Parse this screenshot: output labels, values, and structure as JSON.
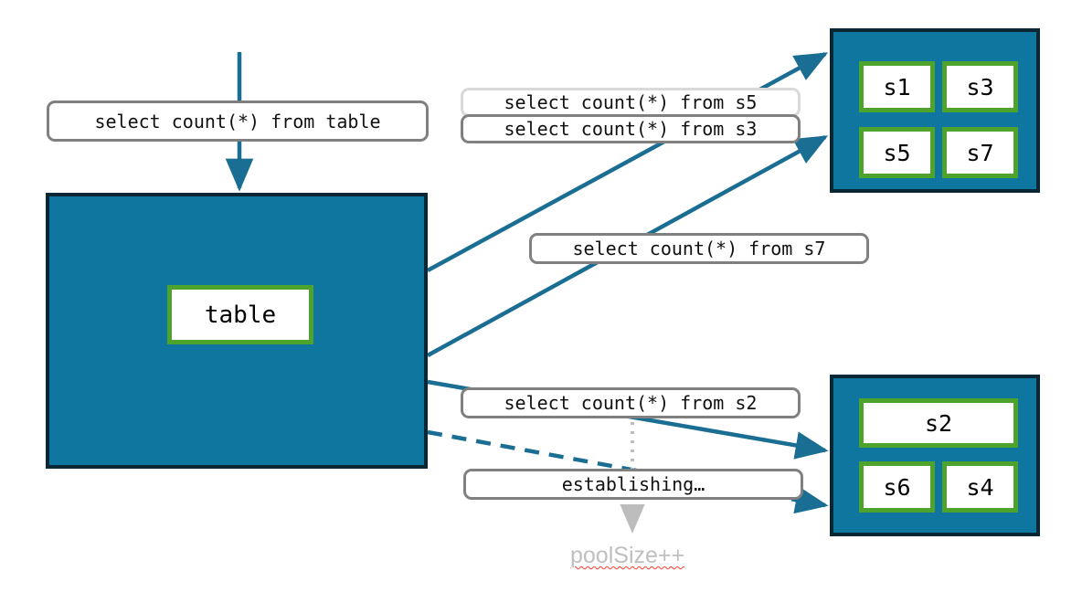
{
  "diagram": {
    "title": "connection pool diagram",
    "colors": {
      "pool_fill": "#0f76a0",
      "pool_border": "#0b2735",
      "slot_border": "#4da32c",
      "arrow": "#1b6e93",
      "label_border": "#808080",
      "label_border_faded": "#d9d9d9",
      "note_text": "#bfbfbf",
      "spellcheck_underline": "#ff3b30",
      "dotted_guide": "#bdbdbd"
    },
    "source": {
      "label": "select count(*) from table",
      "box_label": "table"
    },
    "labels": [
      {
        "id": "q-s5",
        "text": "select count(*) from s5",
        "state": "faded"
      },
      {
        "id": "q-s3",
        "text": "select count(*) from s3",
        "state": "normal"
      },
      {
        "id": "q-s7",
        "text": "select count(*) from s7",
        "state": "normal"
      },
      {
        "id": "q-s2",
        "text": "select count(*) from s2",
        "state": "normal"
      },
      {
        "id": "establishing",
        "text": "establishing…",
        "state": "normal"
      }
    ],
    "pools": [
      {
        "id": "pool-top",
        "slots": [
          {
            "id": "s1",
            "label": "s1"
          },
          {
            "id": "s3",
            "label": "s3"
          },
          {
            "id": "s5",
            "label": "s5"
          },
          {
            "id": "s7",
            "label": "s7"
          }
        ]
      },
      {
        "id": "pool-bottom",
        "slots": [
          {
            "id": "s2",
            "label": "s2"
          },
          {
            "id": "s6",
            "label": "s6"
          },
          {
            "id": "s4",
            "label": "s4"
          }
        ]
      }
    ],
    "note": {
      "text": "poolSize++"
    }
  }
}
